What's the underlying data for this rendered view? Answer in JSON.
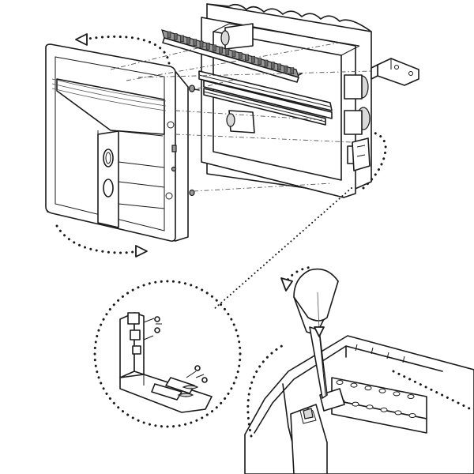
{
  "figure": {
    "steps": [
      {
        "id": "exploded-assembly",
        "label": ""
      },
      {
        "id": "bracket-detail",
        "label": ""
      },
      {
        "id": "screwdriver-detail",
        "label": ""
      }
    ],
    "colors": {
      "line": "#1a1a1a",
      "background": "#ffffff",
      "shade": "#d9d9d9"
    }
  }
}
